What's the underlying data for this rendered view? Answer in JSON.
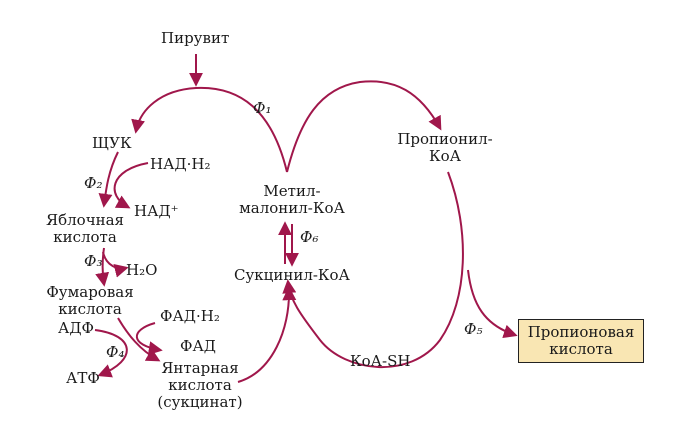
{
  "colors": {
    "arrow": "#a0174b",
    "text": "#1a1a1a",
    "box_fill": "#f9e6b3",
    "box_border": "#222222"
  },
  "nodes": {
    "pyruvate": "Пирувит",
    "oxaloacetate": "ЩУК",
    "nadh2": "НАД·Н₂",
    "nad_plus": "НАД⁺",
    "malic_acid_1": "Яблочная",
    "malic_acid_2": "кислота",
    "water": "Н₂О",
    "fumaric_acid_1": "Фумаровая",
    "fumaric_acid_2": "кислота",
    "adp": "АДФ",
    "atp": "АТФ",
    "fadh2": "ФАД·Н₂",
    "fad": "ФАД",
    "succinic_acid_1": "Янтарная",
    "succinic_acid_2": "кислота",
    "succinic_acid_3": "(сукцинат)",
    "methylmalonyl_1": "Метил-",
    "methylmalonyl_2": "малонил-КоА",
    "succinyl_coa": "Сукцинил-КоА",
    "propionyl_coa_1": "Пропионил-",
    "propionyl_coa_2": "КоА",
    "coa_sh": "КоА-SH",
    "propionic_acid_1": "Пропионовая",
    "propionic_acid_2": "кислота"
  },
  "enzymes": {
    "f1": "Ф₁",
    "f2": "Ф₂",
    "f3": "Ф₃",
    "f4": "Ф₄",
    "f5": "Ф₅",
    "f6": "Ф₆"
  }
}
